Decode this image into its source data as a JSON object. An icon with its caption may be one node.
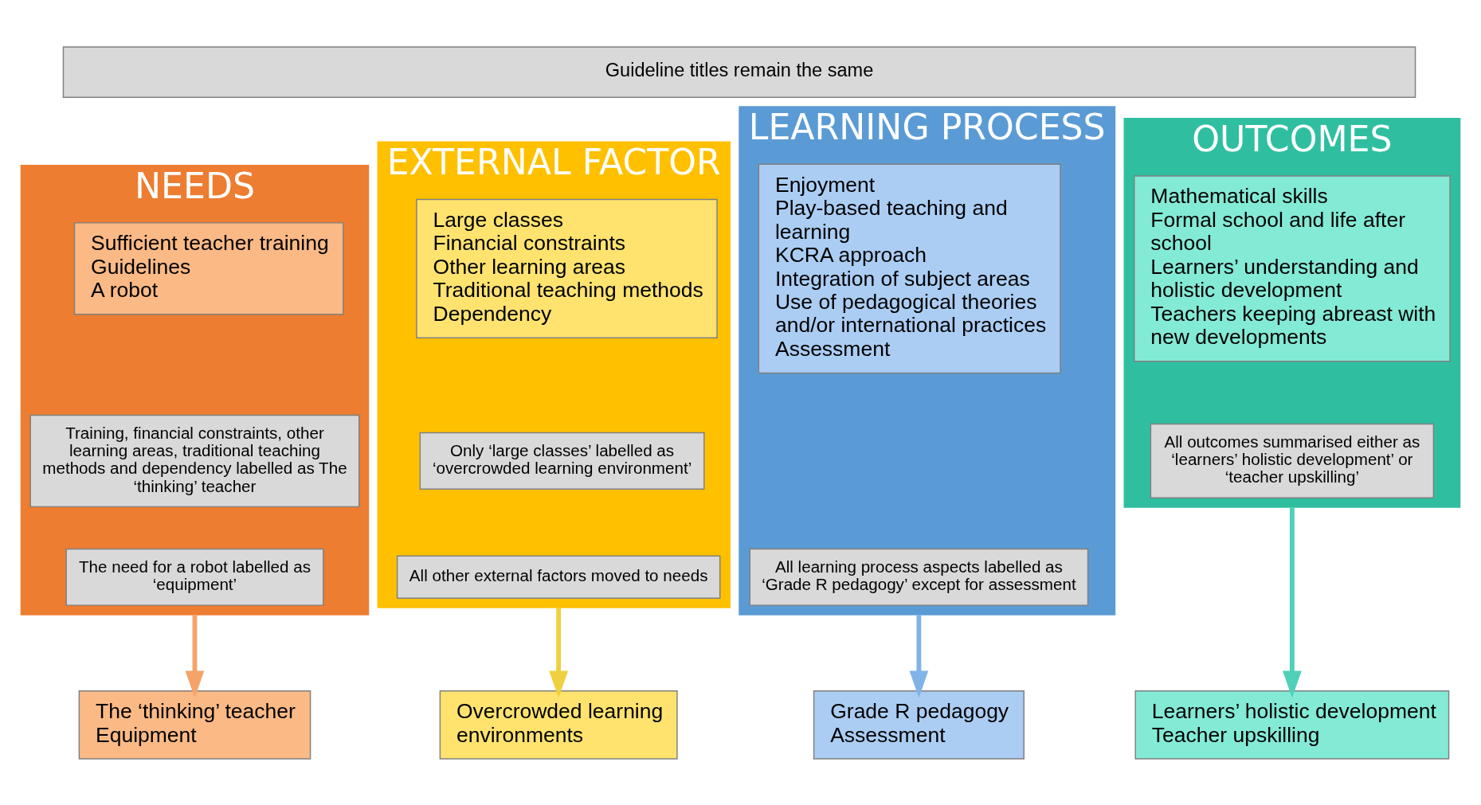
{
  "diagram": {
    "nodes": [
      {
        "text": [
          "Guideline titles remain the same"
        ]
      },
      {
        "text": [
          "NEEDS"
        ]
      },
      {
        "text": [
          "Sufficient teacher training",
          "Guidelines",
          "A robot"
        ],
        "in": 1
      },
      {
        "text": [
          "Training, financial constraints, other learning areas, traditional teaching methods and dependency labelled as The ‘thinking’ teacher"
        ],
        "in": 1
      },
      {
        "text": [
          "The need for a robot labelled as ‘equipment’"
        ],
        "in": 1
      },
      {
        "text": [
          "EXTERNAL FACTOR"
        ]
      },
      {
        "text": [
          "Large classes",
          "Financial constraints",
          "Other learning areas",
          "Traditional teaching methods",
          "Dependency"
        ],
        "in": 5
      },
      {
        "text": [
          "Only ‘large classes’ labelled as ‘overcrowded learning environment’"
        ],
        "in": 5
      },
      {
        "text": [
          "All other external factors moved to needs"
        ],
        "in": 5
      },
      {
        "text": [
          "LEARNING PROCESS"
        ]
      },
      {
        "text": [
          "Enjoyment",
          "Play-based teaching and learning",
          "KCRA approach",
          "Integration of subject areas",
          "Use of pedagogical theories and/or international practices",
          "Assessment"
        ],
        "in": 9
      },
      {
        "text": [
          "All learning process aspects labelled as ‘Grade R pedagogy’ except for assessment"
        ],
        "in": 9
      },
      {
        "text": [
          "OUTCOMES"
        ]
      },
      {
        "text": [
          "Mathematical skills",
          "Formal school and life after school",
          "Learners’ understanding and holistic development",
          "Teachers keeping abreast with new developments"
        ],
        "in": 12
      },
      {
        "text": [
          "All outcomes summarised either as ‘learners’ holistic development’ or ‘teacher upskilling’"
        ],
        "in": 12
      },
      {
        "text": [
          "The ‘thinking’ teacher",
          "Equipment"
        ]
      },
      {
        "text": [
          "Overcrowded learning environments"
        ]
      },
      {
        "text": [
          "Grade R pedagogy",
          "Assessment"
        ]
      },
      {
        "text": [
          "Learners’ holistic development",
          "Teacher upskilling"
        ]
      }
    ],
    "edges": [
      {
        "from": 1,
        "to": 15,
        "arrow": "to",
        "color": "#f4a46a"
      },
      {
        "from": 5,
        "to": 16,
        "arrow": "to",
        "color": "#f0d040"
      },
      {
        "from": 9,
        "to": 17,
        "arrow": "to",
        "color": "#80b4e8"
      },
      {
        "from": 12,
        "to": 18,
        "arrow": "to",
        "color": "#50d0b8"
      }
    ]
  }
}
